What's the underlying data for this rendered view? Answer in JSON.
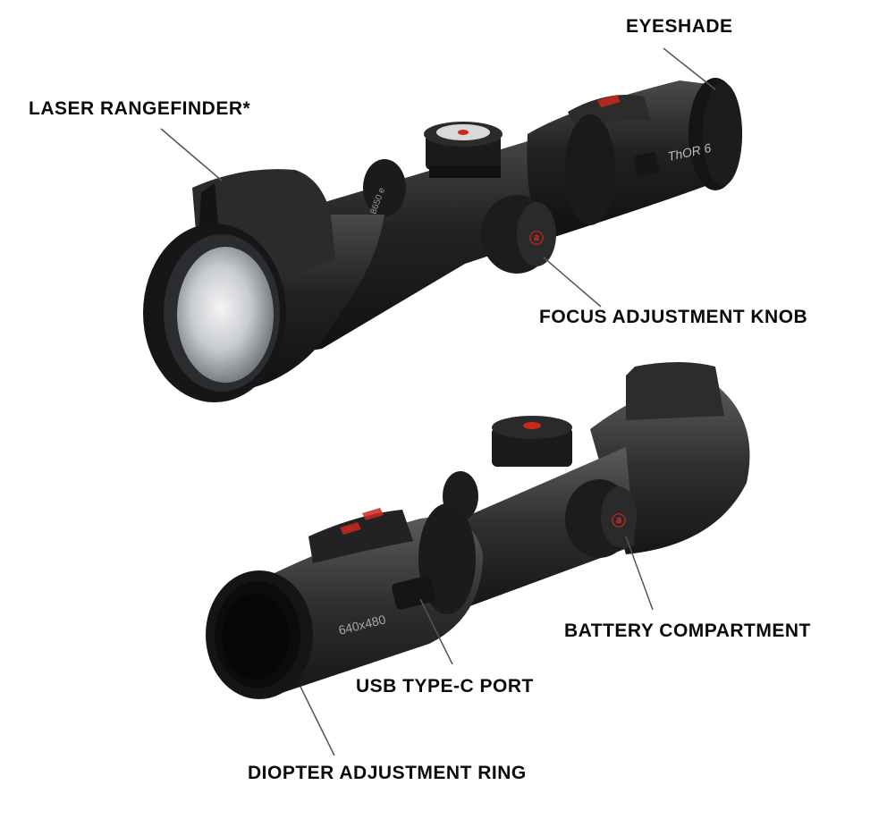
{
  "callouts": {
    "eyeshade": "EYESHADE",
    "laser_rangefinder": "LASER RANGEFINDER*",
    "focus_knob": "FOCUS ADJUSTMENT KNOB",
    "battery": "BATTERY COMPARTMENT",
    "usb_port": "USB TYPE-C PORT",
    "diopter_ring": "DIOPTER ADJUSTMENT RING"
  },
  "product": {
    "model_mark": "ThOR 6",
    "resolution_mark": "640x480",
    "turret_mark": "8650 e"
  },
  "colors": {
    "body": "#1e1e1f",
    "body_light": "#3a3a3b",
    "accent_red": "#c8281e",
    "leader_line": "#555555"
  }
}
